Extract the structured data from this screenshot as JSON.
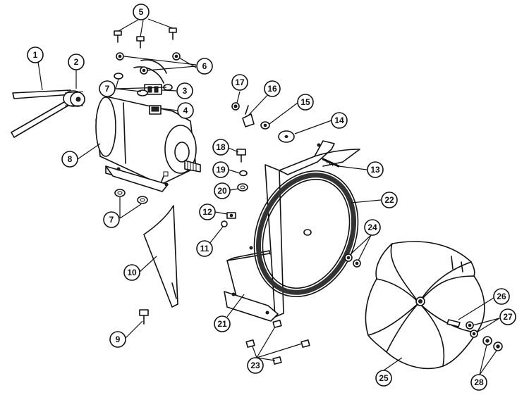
{
  "callouts": [
    {
      "label": "1"
    },
    {
      "label": "2"
    },
    {
      "label": "3"
    },
    {
      "label": "4"
    },
    {
      "label": "5"
    },
    {
      "label": "6"
    },
    {
      "label": "7"
    },
    {
      "label": "7"
    },
    {
      "label": "8"
    },
    {
      "label": "9"
    },
    {
      "label": "10"
    },
    {
      "label": "11"
    },
    {
      "label": "12"
    },
    {
      "label": "13"
    },
    {
      "label": "14"
    },
    {
      "label": "15"
    },
    {
      "label": "16"
    },
    {
      "label": "17"
    },
    {
      "label": "18"
    },
    {
      "label": "19"
    },
    {
      "label": "20"
    },
    {
      "label": "21"
    },
    {
      "label": "22"
    },
    {
      "label": "23"
    },
    {
      "label": "24"
    },
    {
      "label": "25"
    },
    {
      "label": "26"
    },
    {
      "label": "27"
    },
    {
      "label": "28"
    }
  ]
}
